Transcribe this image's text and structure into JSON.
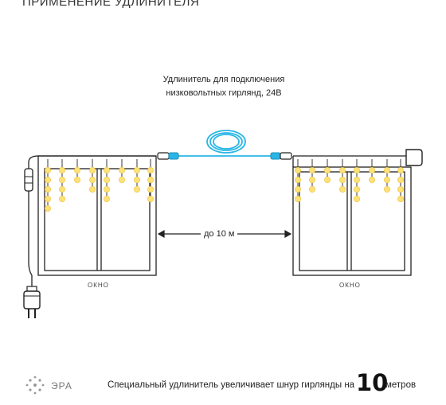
{
  "title": "ПРИМЕНЕНИЕ УДЛИНИТЕЛЯ",
  "callout": {
    "line1": "Удлинитель для подключения",
    "line2": "низковольтных гирлянд, 24В"
  },
  "distance_label": "до 10 м",
  "window_left_label": "ОКНО",
  "window_right_label": "ОКНО",
  "footer": {
    "text": "Специальный удлинитель увеличивает шнур гирлянды на",
    "number": "10",
    "unit": "метров"
  },
  "brand": "ЭРА",
  "colors": {
    "wire": "#222222",
    "extender": "#29b6e6",
    "bulb": "#fde27a",
    "bulb_edge": "#f2c94c"
  }
}
